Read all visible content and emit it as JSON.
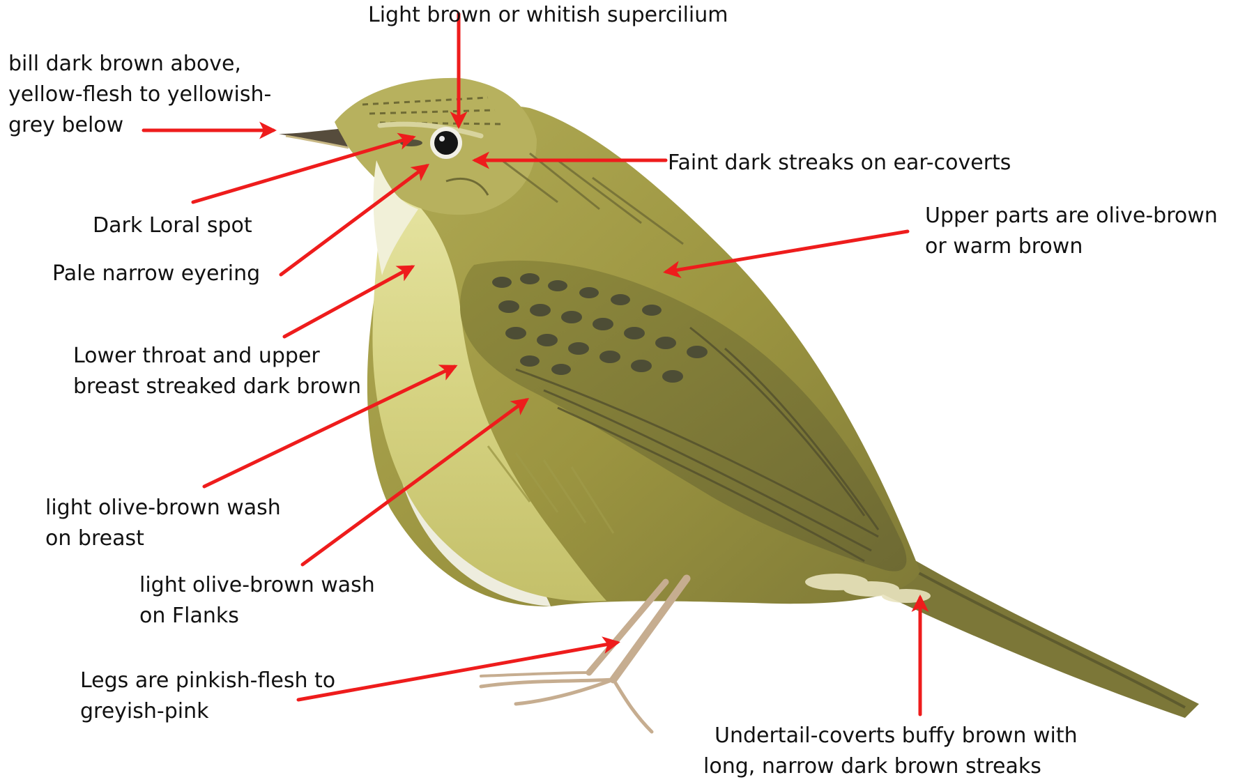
{
  "colors": {
    "arrow": "#ee1c1c",
    "text": "#111111",
    "plumage_body": "#a29a44",
    "plumage_breast": "#d7d587",
    "plumage_dark": "#54543a",
    "belly": "#eeedde",
    "legs": "#c6ad90"
  },
  "labels": {
    "supercilium": [
      "Light brown or whitish supercilium"
    ],
    "bill": [
      "bill dark brown above,",
      "yellow-flesh to yellowish-",
      "grey below"
    ],
    "ear_coverts": [
      "Faint dark streaks on ear-coverts"
    ],
    "loral_spot": [
      "Dark Loral spot"
    ],
    "upper_parts": [
      "Upper parts are olive-brown",
      "or warm brown"
    ],
    "eyering": [
      "Pale narrow eyering"
    ],
    "throat": [
      "Lower throat and upper",
      "breast streaked dark brown"
    ],
    "breast_wash": [
      "light olive-brown wash",
      "on breast"
    ],
    "flank_wash": [
      "light olive-brown wash",
      "on  Flanks"
    ],
    "legs": [
      "Legs are pinkish-flesh to",
      "greyish-pink"
    ],
    "undertail": [
      "Undertail-coverts buffy brown with",
      "long, narrow dark brown streaks"
    ]
  }
}
